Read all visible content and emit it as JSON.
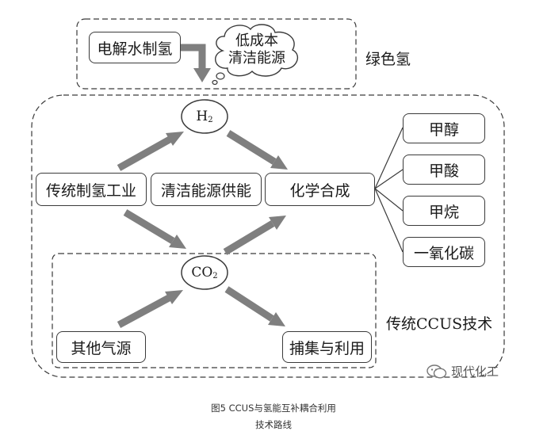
{
  "nodes": {
    "electrolysis": "电解水制氢",
    "cloud_line1": "低成本",
    "cloud_line2": "清洁能源",
    "green_hydrogen_label": "绿色氢",
    "h2_main": "H",
    "h2_sub": "2",
    "traditional_h2": "传统制氢工业",
    "clean_energy_supply": "清洁能源供能",
    "chemical_synthesis": "化学合成",
    "methanol": "甲醇",
    "formic_acid": "甲酸",
    "methane": "甲烷",
    "carbon_monoxide": "一氧化碳",
    "co2_main": "CO",
    "co2_sub": "2",
    "other_sources": "其他气源",
    "capture_utilization": "捕集与利用",
    "traditional_ccus_label": "传统CCUS技术"
  },
  "watermark": "现代化工",
  "caption": {
    "line1": "图5  CCUS与氢能互补耦合利用",
    "line2": "技术路线"
  },
  "colors": {
    "arrow": "#7f7f7f",
    "border": "#3a3a3a"
  }
}
